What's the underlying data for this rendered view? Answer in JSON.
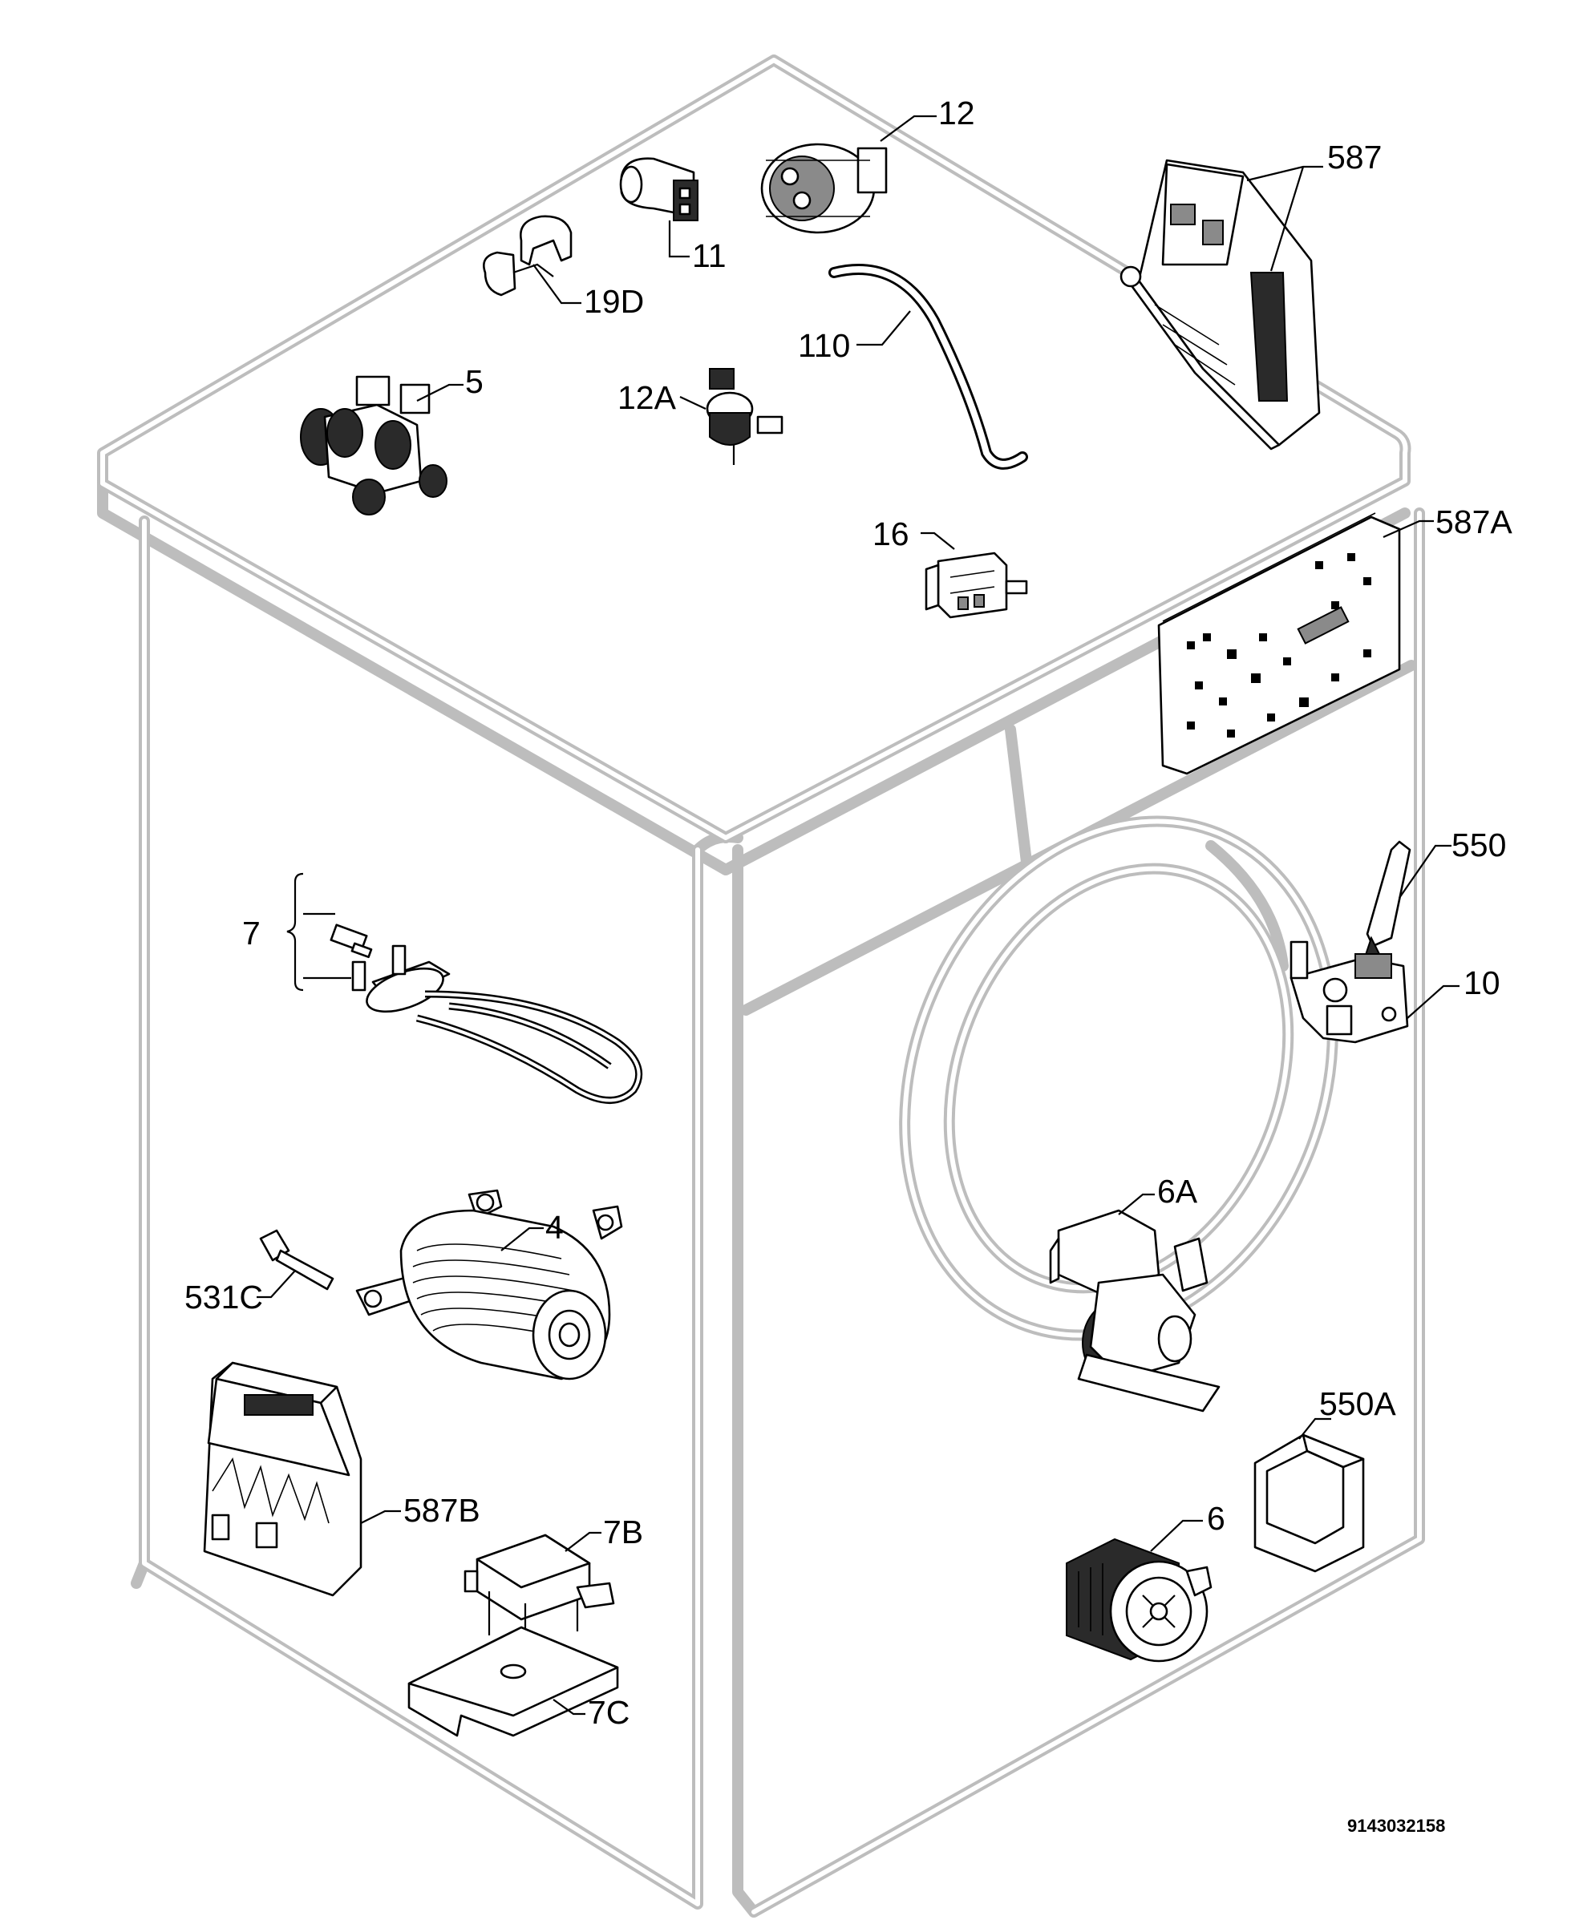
{
  "diagram": {
    "document_number": "9143032158",
    "parts": [
      {
        "id": "p12",
        "label": "12"
      },
      {
        "id": "p587",
        "label": "587"
      },
      {
        "id": "p11",
        "label": "11"
      },
      {
        "id": "p19d",
        "label": "19D"
      },
      {
        "id": "p110",
        "label": "110"
      },
      {
        "id": "p5",
        "label": "5"
      },
      {
        "id": "p12a",
        "label": "12A"
      },
      {
        "id": "p16",
        "label": "16"
      },
      {
        "id": "p587a",
        "label": "587A"
      },
      {
        "id": "p550",
        "label": "550"
      },
      {
        "id": "p10",
        "label": "10"
      },
      {
        "id": "p7",
        "label": "7"
      },
      {
        "id": "p6a",
        "label": "6A"
      },
      {
        "id": "p4",
        "label": "4"
      },
      {
        "id": "p531c",
        "label": "531C"
      },
      {
        "id": "p550a",
        "label": "550A"
      },
      {
        "id": "p587b",
        "label": "587B"
      },
      {
        "id": "p7b",
        "label": "7B"
      },
      {
        "id": "p6",
        "label": "6"
      },
      {
        "id": "p7c",
        "label": "7C"
      }
    ]
  }
}
